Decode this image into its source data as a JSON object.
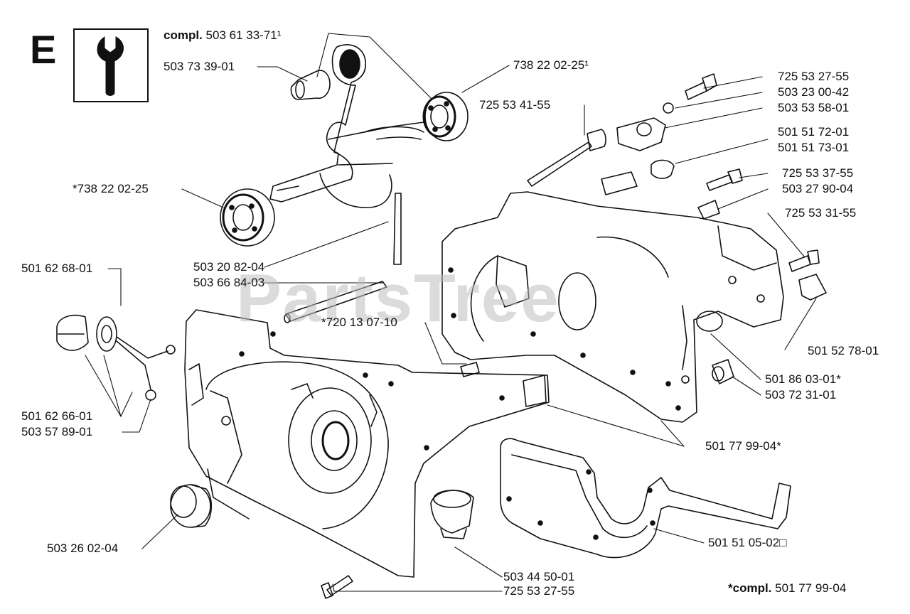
{
  "section": {
    "letter": "E"
  },
  "watermark": "PartsTree",
  "footnote": {
    "prefix": "*compl.",
    "number": "501 77 99-04"
  },
  "labels": {
    "compl_top": {
      "prefix": "compl.",
      "number": "503 61 33-71¹"
    },
    "l_503_73_39_01": "503 73 39-01",
    "l_738_22_02_25_right": "738 22 02-25¹",
    "l_725_53_41_55": "725 53 41-55",
    "l_725_53_27_55_top": "725 53 27-55",
    "l_503_23_00_42": "503 23 00-42",
    "l_503_53_58_01": "503 53 58-01",
    "l_501_51_72_01": "501 51 72-01",
    "l_501_51_73_01": "501 51 73-01",
    "l_725_53_37_55": "725 53 37-55",
    "l_503_27_90_04": "503 27 90-04",
    "l_725_53_31_55": "725 53 31-55",
    "l_738_22_02_25_left": "*738 22 02-25",
    "l_503_20_82_04": "503 20 82-04",
    "l_503_66_84_03": "503 66 84-03",
    "l_501_62_68_01": "501 62 68-01",
    "l_720_13_07_10": "*720 13 07-10",
    "l_501_52_78_01": "501 52 78-01",
    "l_501_86_03_01": "501 86 03-01*",
    "l_503_72_31_01": "503 72 31-01",
    "l_501_62_66_01": "501 62 66-01",
    "l_503_57_89_01": "503 57 89-01",
    "l_501_77_99_04": "501 77 99-04*",
    "l_501_51_05_02": "501 51 05-02□",
    "l_503_26_02_04": "503 26 02-04",
    "l_503_44_50_01": "503 44 50-01",
    "l_725_53_27_55_bottom": "725 53 27-55"
  }
}
